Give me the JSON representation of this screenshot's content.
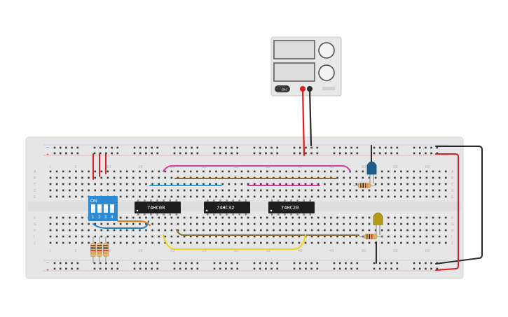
{
  "power_supply": {
    "on_label": "ON",
    "display_1": "",
    "display_2": ""
  },
  "breadboard": {
    "column_numbers_top": [
      "1",
      "5",
      "10",
      "15",
      "20",
      "25",
      "30",
      "35",
      "40",
      "45",
      "50",
      "55",
      "60"
    ],
    "column_numbers_bottom": [
      "1",
      "5",
      "10",
      "15",
      "20",
      "25",
      "30",
      "35",
      "40",
      "45",
      "50",
      "55",
      "60"
    ],
    "row_letters_top": [
      "A",
      "B",
      "C",
      "D",
      "E"
    ],
    "row_letters_bottom": [
      "F",
      "G",
      "H",
      "I",
      "J"
    ],
    "rail_plus": "+",
    "rail_minus": "−"
  },
  "dip_switch": {
    "on_label": "ON",
    "switch_numbers": [
      "1",
      "2",
      "3",
      "4"
    ]
  },
  "chips": [
    {
      "label": "74HC08"
    },
    {
      "label": "74HC32"
    },
    {
      "label": "74HC20"
    }
  ],
  "leds": [
    {
      "color": "blue",
      "hex": "#1f5f8b"
    },
    {
      "color": "yellow",
      "hex": "#b59a1a"
    }
  ],
  "wire_colors": {
    "red": "#d62020",
    "black": "#2b2b2b",
    "magenta": "#d63aa0",
    "cyan": "#2aa6d8",
    "brown": "#8b6b3a",
    "yellow": "#f2d21b",
    "orange": "#e07a1a",
    "blue": "#1f7fd0"
  }
}
